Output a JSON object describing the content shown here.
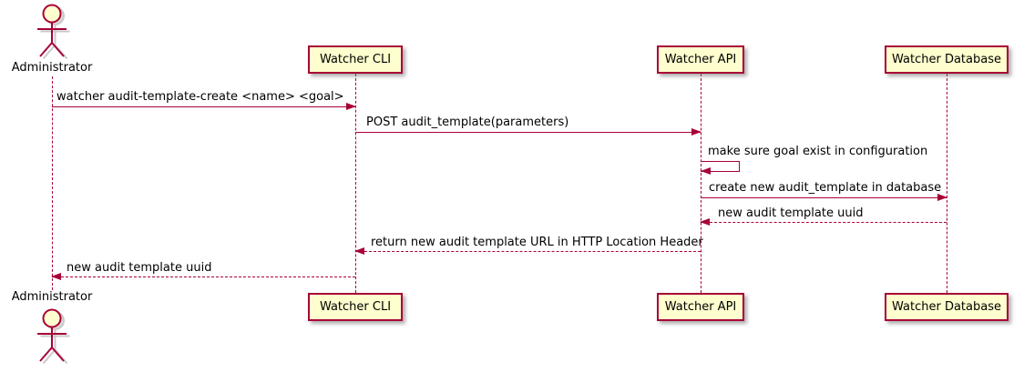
{
  "diagram": {
    "kind": "plantuml-sequence",
    "actor": {
      "name": "Administrator"
    },
    "participants": [
      {
        "id": "watcher-cli",
        "label": "Watcher CLI"
      },
      {
        "id": "watcher-api",
        "label": "Watcher API"
      },
      {
        "id": "watcher-database",
        "label": "Watcher Database"
      }
    ],
    "messages": [
      {
        "from": "Administrator",
        "to": "Watcher CLI",
        "line": "solid",
        "text": "watcher audit-template-create <name> <goal>"
      },
      {
        "from": "Watcher CLI",
        "to": "Watcher API",
        "line": "solid",
        "text": "POST audit_template(parameters)"
      },
      {
        "from": "Watcher API",
        "to": "Watcher API",
        "line": "self",
        "text": "make sure goal exist in configuration"
      },
      {
        "from": "Watcher API",
        "to": "Watcher Database",
        "line": "solid",
        "text": "create new audit_template in database"
      },
      {
        "from": "Watcher Database",
        "to": "Watcher API",
        "line": "dashed",
        "text": "new audit template uuid"
      },
      {
        "from": "Watcher API",
        "to": "Watcher CLI",
        "line": "dashed",
        "text": "return new audit template URL in HTTP Location Header"
      },
      {
        "from": "Watcher CLI",
        "to": "Administrator",
        "line": "dashed",
        "text": "new audit template uuid"
      }
    ],
    "colors": {
      "participant_fill": "#FEFECE",
      "stroke": "#A80036",
      "text": "#000000",
      "shadow": "#C0C0C0",
      "background": "#FFFFFF"
    }
  }
}
